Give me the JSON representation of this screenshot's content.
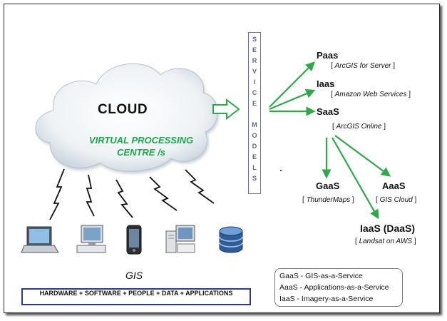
{
  "cloud": {
    "title": "CLOUD",
    "subtitle_line1": "VIRTUAL PROCESSING",
    "subtitle_line2": "CENTRE /s"
  },
  "service_models_letters": [
    "S",
    "E",
    "R",
    "V",
    "I",
    "C",
    "E",
    "",
    "M",
    "O",
    "D",
    "E",
    "L",
    "S"
  ],
  "models": {
    "paas": {
      "label": "Paas",
      "example": "ArcGIS for Server"
    },
    "iaas": {
      "label": "Iaas",
      "example": "Amazon Web Services"
    },
    "saas": {
      "label": "SaaS",
      "example": "ArcGIS Online"
    },
    "gaas": {
      "label": "GaaS",
      "example": "ThunderMaps"
    },
    "aaas": {
      "label": "AaaS",
      "example": "GIS Cloud"
    },
    "iaas_daas": {
      "label": "IaaS (DaaS)",
      "example": "Landsat on AWS"
    }
  },
  "gis_label": "GIS",
  "bottom_bar": "HARDWARE  +  SOFTWARE  +  PEOPLE  +  DATA  +  APPLICATIONS",
  "legend": [
    "GaaS - GIS-as-a-Service",
    "AaaS - Applications-as-a-Service",
    "IaaS - Imagery-as-a-Service"
  ],
  "colors": {
    "arrow": "#2fa84a",
    "cloud_fill": "#dfe6ec",
    "service_border": "#6a6fb0",
    "bottom_border": "#2b3a8f"
  },
  "icons": [
    "laptop-icon",
    "desktop-computer-icon",
    "mobile-phone-icon",
    "server-workstation-icon",
    "database-icon"
  ]
}
